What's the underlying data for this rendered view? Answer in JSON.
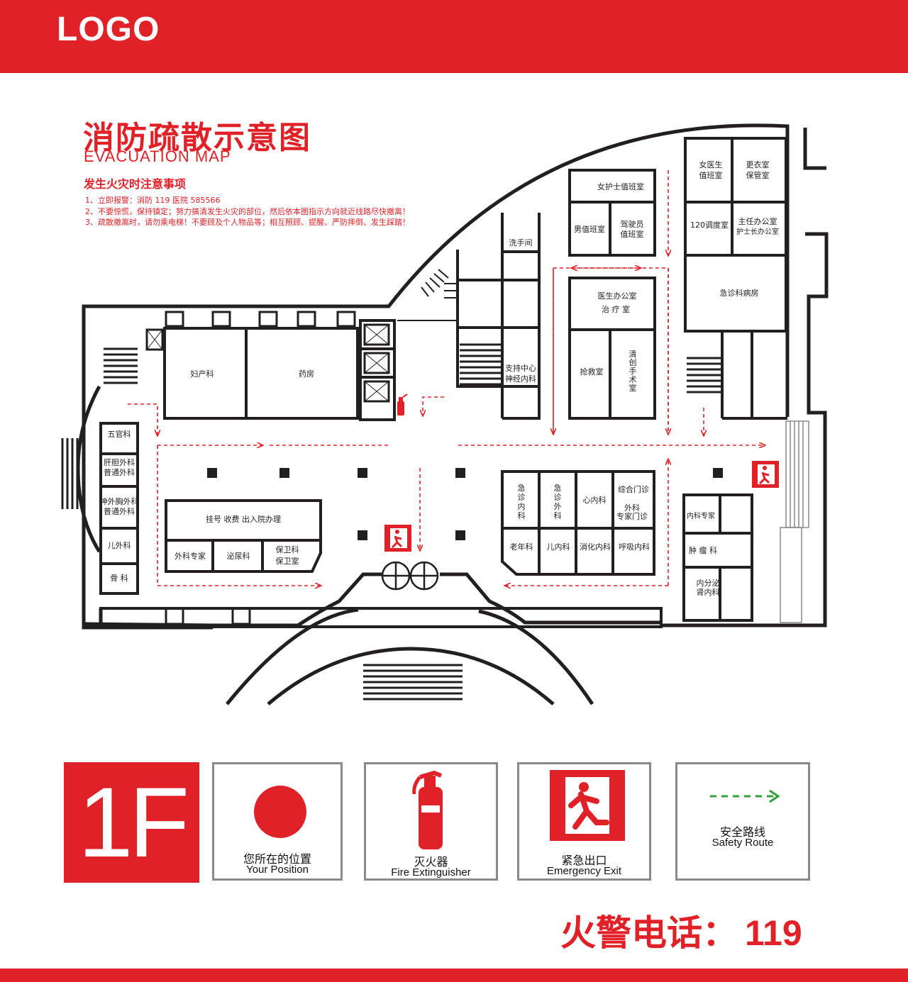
{
  "logo": "LOGO",
  "title": {
    "cn": "消防疏散示意图",
    "en": "EVACUATION MAP"
  },
  "notice": {
    "heading": "发生火灾时注意事项",
    "lines": [
      "1、立即报警：消防 119 医院 585566",
      "2、不要惊慌，保持镇定；努力搞清发生火灾的部位，然后依本图指示方向就近线路尽快撤离！",
      "3、疏散撤离时，请勿乘电梯！不要顾及个人物品等；相互照顾、提醒、严防摔倒、发生踩踏！"
    ]
  },
  "rooms": {
    "fuchan": "妇产科",
    "yaofang": "药房",
    "wuguan": "五官科",
    "gandan": [
      "肝胆外科",
      "普通外科"
    ],
    "shenwai": [
      "神外胸外科",
      "普通外科"
    ],
    "erwai": "儿外科",
    "gu": "骨 科",
    "guahao": "挂号 收费 出入院办理",
    "waike_zhuanjia": "外科专家",
    "miniao": "泌尿科",
    "baowei": [
      "保卫科",
      "保卫室"
    ],
    "xishou": "洗手间",
    "zhichi": [
      "支持中心",
      "神经内科"
    ],
    "nvhushi": "女护士值班室",
    "nanzhiban": "男值班室",
    "jiashiyuan": [
      "驾驶员",
      "值班室"
    ],
    "yishengban": [
      "医生办公室",
      "治 疗 室"
    ],
    "qiangjiu": "抢救室",
    "qingchuang": [
      "清",
      "创",
      "手",
      "术",
      "室"
    ],
    "nvyisheng": [
      "女医生",
      "值班室"
    ],
    "gengyi": [
      "更衣室",
      "保管室"
    ],
    "diaodu": "120调度室",
    "zhuren": [
      "主任办公室",
      "护士长办公室"
    ],
    "jizhen_bingfang": "急诊科病房",
    "jizhen_neike": [
      "急",
      "诊",
      "内",
      "科"
    ],
    "jizhen_waike": [
      "急",
      "诊",
      "外",
      "科"
    ],
    "xinneike": "心内科",
    "zonghe": [
      "综合门诊",
      "外科",
      "专家门诊"
    ],
    "laonian": "老年科",
    "ernei": "儿内科",
    "xiaohua": "消化内科",
    "huxi": "呼吸内科",
    "neike_zhuanjia": "内科专家",
    "zhongliu": "肿 瘤 科",
    "neifenmi": [
      "内分泌",
      "肾内科"
    ]
  },
  "legend": {
    "floor": "1F",
    "position": {
      "cn": "您所在的位置",
      "en": "Your Position",
      "icon": "red-dot-icon"
    },
    "extinguisher": {
      "cn": "灭火器",
      "en": "Fire Extinguisher",
      "icon": "fire-extinguisher-icon"
    },
    "exit": {
      "cn": "紧急出口",
      "en": "Emergency Exit",
      "icon": "emergency-exit-icon"
    },
    "route": {
      "cn": "安全路线",
      "en": "Safety Route",
      "icon": "dashed-arrow-icon"
    }
  },
  "alarm": {
    "label": "火警电话：",
    "number": "119"
  },
  "colors": {
    "accent": "#e02228",
    "walls": "#231f20",
    "route_legend": "#2fa03a"
  }
}
